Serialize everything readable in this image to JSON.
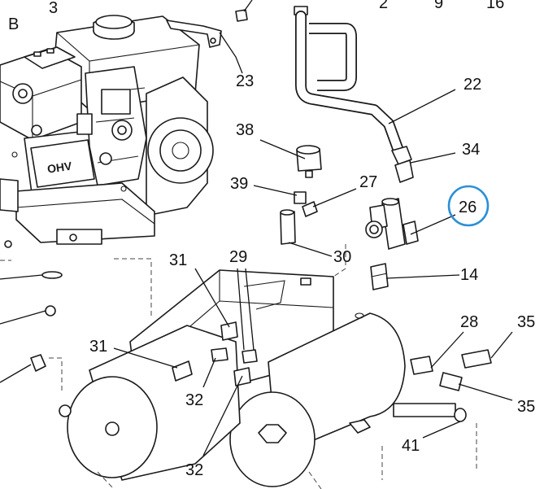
{
  "section_letter": "B",
  "highlight_color": "#2b8fd6",
  "highlighted_callout": "26",
  "callouts": {
    "c3": "3",
    "c2": "2",
    "c9": "9",
    "c16": "16",
    "c23": "23",
    "c22": "22",
    "c38": "38",
    "c34": "34",
    "c39": "39",
    "c27": "27",
    "c26": "26",
    "c30": "30",
    "c31a": "31",
    "c29": "29",
    "c14": "14",
    "c28": "28",
    "c35a": "35",
    "c31b": "31",
    "c32a": "32",
    "c35b": "35",
    "c41": "41",
    "c32b": "32"
  },
  "engine_badge": "OHV"
}
